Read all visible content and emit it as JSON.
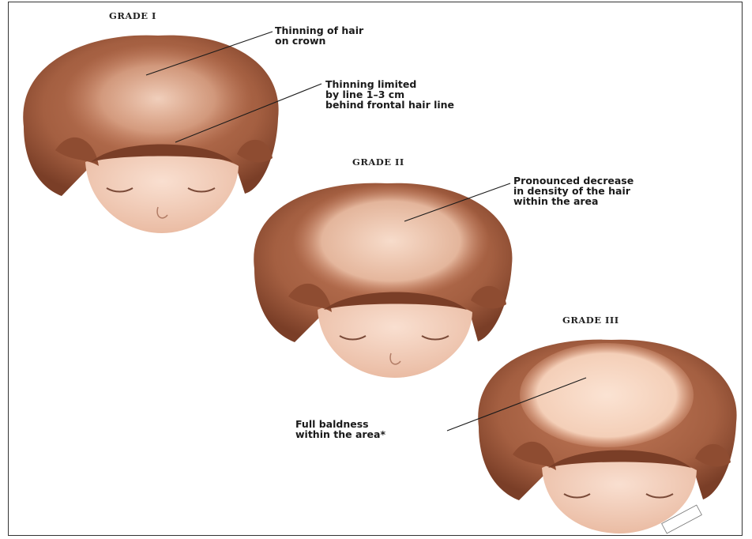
{
  "grades": [
    {
      "title": "GRADE I",
      "annotations": [
        {
          "text": "Thinning of hair\non crown"
        },
        {
          "text": "Thinning limited\nby line 1–3 cm\nbehind frontal hair line"
        }
      ]
    },
    {
      "title": "GRADE II",
      "annotations": [
        {
          "text": "Pronounced decrease\nin density of the hair\nwithin the area"
        }
      ]
    },
    {
      "title": "GRADE III",
      "annotations": [
        {
          "text": "Full baldness\nwithin the area*"
        }
      ]
    }
  ],
  "colors": {
    "hair_dark": "#8a4a30",
    "hair_mid": "#b06a4a",
    "scalp": "#f3cdb6",
    "skin": "#f4d2bf",
    "leader_line": "#1a1a1a"
  }
}
